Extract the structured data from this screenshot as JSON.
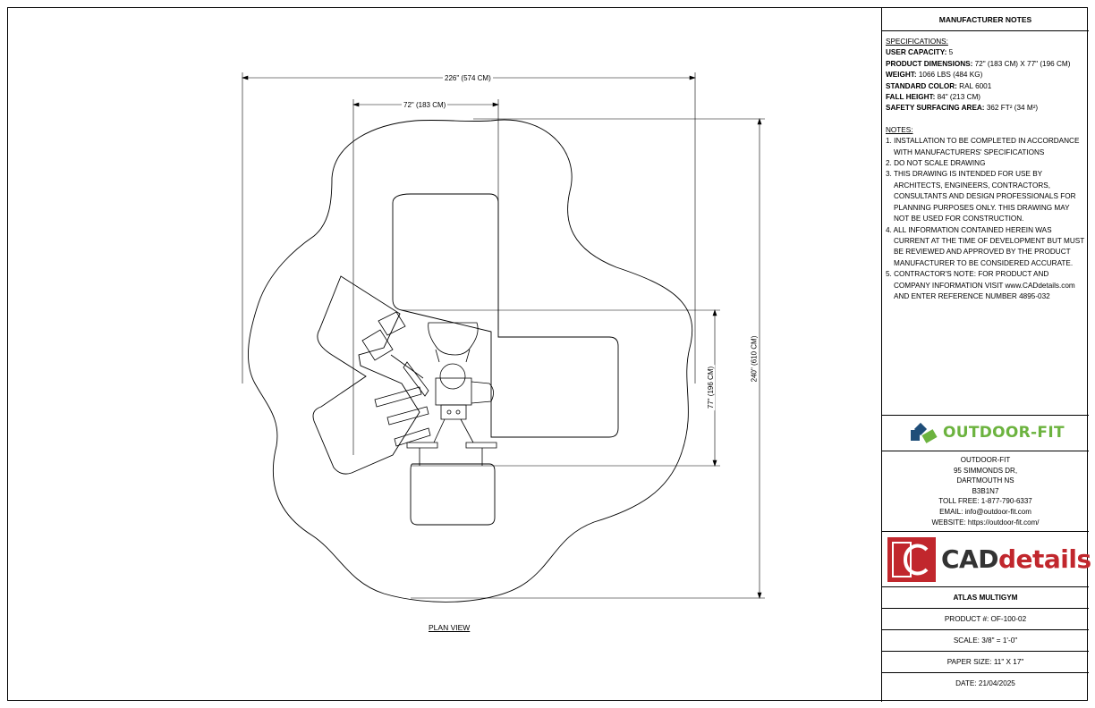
{
  "drawing": {
    "dim_overall_width": "226\" (574 CM)",
    "dim_product_width": "72\" (183 CM)",
    "dim_overall_height": "240\" (610 CM)",
    "dim_product_depth": "77\" (196 CM)",
    "view_label": "PLAN VIEW"
  },
  "panel": {
    "title": "MANUFACTURER NOTES",
    "specs_header": "SPECIFICATIONS:",
    "specs": [
      {
        "label": "USER CAPACITY:",
        "value": " 5"
      },
      {
        "label": "PRODUCT DIMENSIONS:",
        "value": " 72\" (183 CM) X 77\" (196 CM)"
      },
      {
        "label": "WEIGHT:",
        "value": " 1066 LBS (484 KG)"
      },
      {
        "label": "STANDARD COLOR:",
        "value": " RAL 6001"
      },
      {
        "label": "FALL HEIGHT:",
        "value": " 84\" (213 CM)"
      },
      {
        "label": "SAFETY SURFACING AREA:",
        "value": " 362 FT² (34 M²)"
      }
    ],
    "notes_header": "NOTES:",
    "notes": [
      "1. INSTALLATION TO BE COMPLETED IN ACCORDANCE WITH MANUFACTURERS' SPECIFICATIONS",
      "2. DO NOT SCALE DRAWING",
      "3. THIS DRAWING IS INTENDED FOR USE BY ARCHITECTS, ENGINEERS, CONTRACTORS, CONSULTANTS AND DESIGN PROFESSIONALS FOR PLANNING PURPOSES ONLY. THIS DRAWING MAY NOT BE USED FOR CONSTRUCTION.",
      "4. ALL INFORMATION CONTAINED HEREIN WAS CURRENT AT THE TIME OF DEVELOPMENT BUT MUST BE REVIEWED AND APPROVED BY THE PRODUCT MANUFACTURER TO BE CONSIDERED ACCURATE.",
      "5. CONTRACTOR'S NOTE: FOR PRODUCT AND COMPANY INFORMATION VISIT www.CADdetails.com AND ENTER REFERENCE NUMBER 4895-032"
    ],
    "brand_name": "OUTDOOR-FIT",
    "address": [
      "OUTDOOR-FIT",
      "95 SIMMONDS DR,",
      "DARTMOUTH NS",
      "B3B1N7",
      "TOLL FREE: 1-877-790-6337",
      "EMAIL: info@outdoor-fit.com",
      "WEBSITE: https://outdoor-fit.com/"
    ],
    "cad_logo_part1": "CAD",
    "cad_logo_part2": "details",
    "product_name": "ATLAS MULTIGYM",
    "product_number": "PRODUCT #:  OF-100-02",
    "scale": "SCALE:  3/8\" = 1'-0\"",
    "paper_size": "PAPER SIZE:  11\" X 17\"",
    "date": "DATE:        21/04/2025"
  },
  "colors": {
    "brand_green": "#6cb33f",
    "brand_blue": "#1f4e79",
    "cad_red": "#c1272d"
  }
}
